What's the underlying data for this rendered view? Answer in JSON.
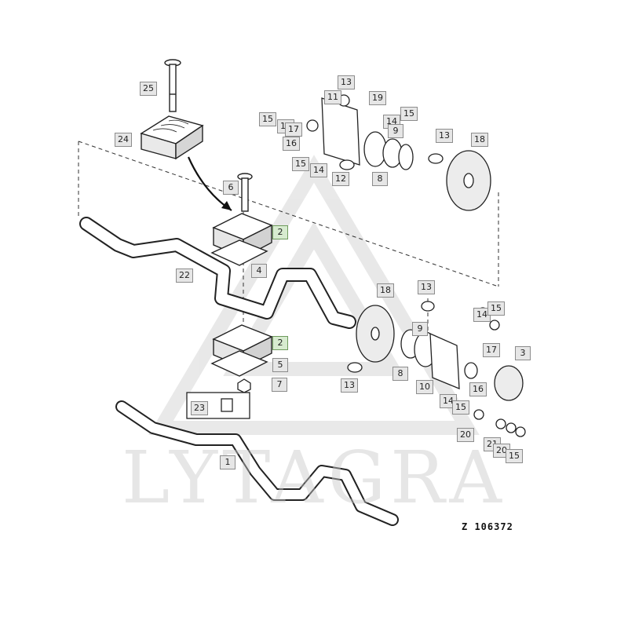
{
  "watermark": "LYTAGRA",
  "reference": "Z 106372",
  "callouts": [
    {
      "label": "25",
      "hl": false
    },
    {
      "label": "24",
      "hl": false
    },
    {
      "label": "6",
      "hl": false
    },
    {
      "label": "2",
      "hl": true
    },
    {
      "label": "4",
      "hl": false
    },
    {
      "label": "22",
      "hl": false
    },
    {
      "label": "2",
      "hl": true
    },
    {
      "label": "5",
      "hl": false
    },
    {
      "label": "7",
      "hl": false
    },
    {
      "label": "23",
      "hl": false
    },
    {
      "label": "1",
      "hl": false
    },
    {
      "label": "13",
      "hl": false
    },
    {
      "label": "11",
      "hl": false
    },
    {
      "label": "19",
      "hl": false
    },
    {
      "label": "15",
      "hl": false
    },
    {
      "label": "14",
      "hl": false
    },
    {
      "label": "17",
      "hl": false
    },
    {
      "label": "14",
      "hl": false
    },
    {
      "label": "15",
      "hl": false
    },
    {
      "label": "16",
      "hl": false
    },
    {
      "label": "15",
      "hl": false
    },
    {
      "label": "14",
      "hl": false
    },
    {
      "label": "12",
      "hl": false
    },
    {
      "label": "9",
      "hl": false
    },
    {
      "label": "8",
      "hl": false
    },
    {
      "label": "13",
      "hl": false
    },
    {
      "label": "18",
      "hl": false
    },
    {
      "label": "18",
      "hl": false
    },
    {
      "label": "13",
      "hl": false
    },
    {
      "label": "9",
      "hl": false
    },
    {
      "label": "8",
      "hl": false
    },
    {
      "label": "10",
      "hl": false
    },
    {
      "label": "13",
      "hl": false
    },
    {
      "label": "14",
      "hl": false
    },
    {
      "label": "15",
      "hl": false
    },
    {
      "label": "17",
      "hl": false
    },
    {
      "label": "16",
      "hl": false
    },
    {
      "label": "14",
      "hl": false
    },
    {
      "label": "15",
      "hl": false
    },
    {
      "label": "3",
      "hl": false
    },
    {
      "label": "20",
      "hl": false
    },
    {
      "label": "21",
      "hl": false
    },
    {
      "label": "20",
      "hl": false
    },
    {
      "label": "15",
      "hl": false
    }
  ]
}
